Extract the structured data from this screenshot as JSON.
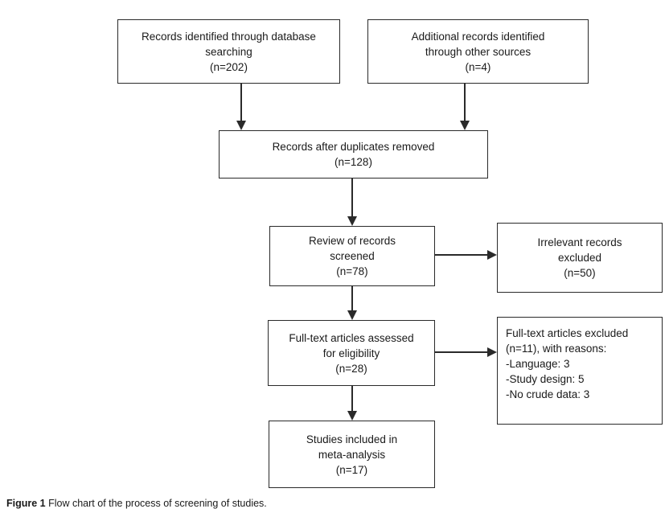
{
  "figure_caption": {
    "label": "Figure 1",
    "text": "Flow chart of the process of screening of studies."
  },
  "flowchart": {
    "type": "prisma-flow-diagram",
    "colors": {
      "border": "#2a2a2a",
      "text": "#1a1a1a",
      "background": "#ffffff"
    },
    "boxes": [
      {
        "name": "records-identified",
        "text": "Records identified through database\nsearching\n(n=202)"
      },
      {
        "name": "additional-records",
        "text": "Additional records identified\nthrough other sources\n(n=4)"
      },
      {
        "name": "duplicates-removed",
        "text": "Records after duplicates removed\n(n=128)"
      },
      {
        "name": "records-screened",
        "text": "Review of records\nscreened\n(n=78)"
      },
      {
        "name": "irrelevant-excluded",
        "text": "Irrelevant records\nexcluded\n(n=50)"
      },
      {
        "name": "fulltext-assessed",
        "text": "Full-text articles assessed\nfor eligibility\n(n=28)"
      },
      {
        "name": "fulltext-excluded",
        "text": "Full-text articles excluded\n(n=11), with reasons:\n-Language: 3\n-Study design: 5\n-No crude data: 3"
      },
      {
        "name": "studies-included",
        "text": "Studies included in\nmeta-analysis\n(n=17)"
      }
    ],
    "connections": [
      {
        "from": "records-identified",
        "to": "duplicates-removed",
        "direction": "down"
      },
      {
        "from": "additional-records",
        "to": "duplicates-removed",
        "direction": "down"
      },
      {
        "from": "duplicates-removed",
        "to": "records-screened",
        "direction": "down"
      },
      {
        "from": "records-screened",
        "to": "irrelevant-excluded",
        "direction": "right"
      },
      {
        "from": "records-screened",
        "to": "fulltext-assessed",
        "direction": "down"
      },
      {
        "from": "fulltext-assessed",
        "to": "fulltext-excluded",
        "direction": "right"
      },
      {
        "from": "fulltext-assessed",
        "to": "studies-included",
        "direction": "down"
      }
    ]
  }
}
